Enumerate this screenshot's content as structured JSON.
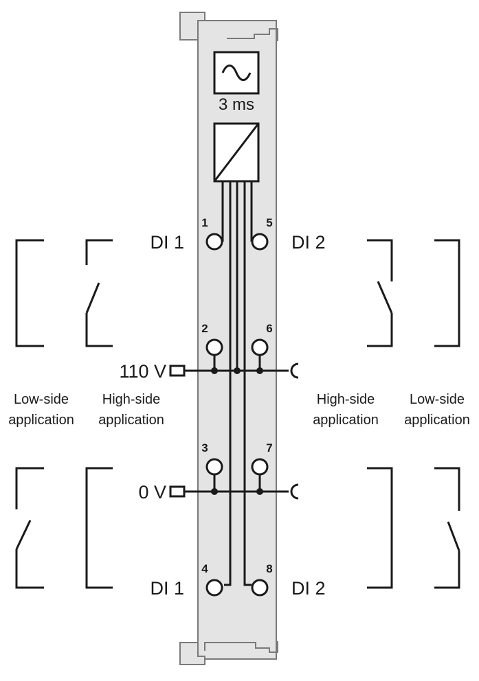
{
  "module": {
    "filter_label": "3 ms",
    "filter_icon": "sine-filter-icon",
    "converter_icon": "signal-converter-icon",
    "housing_color": "#e4e4e4",
    "line_color": "#1a1a1a"
  },
  "terminals": {
    "t1": "1",
    "t2": "2",
    "t3": "3",
    "t4": "4",
    "t5": "5",
    "t6": "6",
    "t7": "7",
    "t8": "8"
  },
  "signals": {
    "di1_top": "DI 1",
    "di2_top": "DI 2",
    "di1_bottom": "DI 1",
    "di2_bottom": "DI 2",
    "v110": "110 V",
    "v0": "0 V"
  },
  "applications": {
    "left_low_1": "Low-side",
    "left_low_2": "application",
    "left_high_1": "High-side",
    "left_high_2": "application",
    "right_high_1": "High-side",
    "right_high_2": "application",
    "right_low_1": "Low-side",
    "right_low_2": "application"
  }
}
